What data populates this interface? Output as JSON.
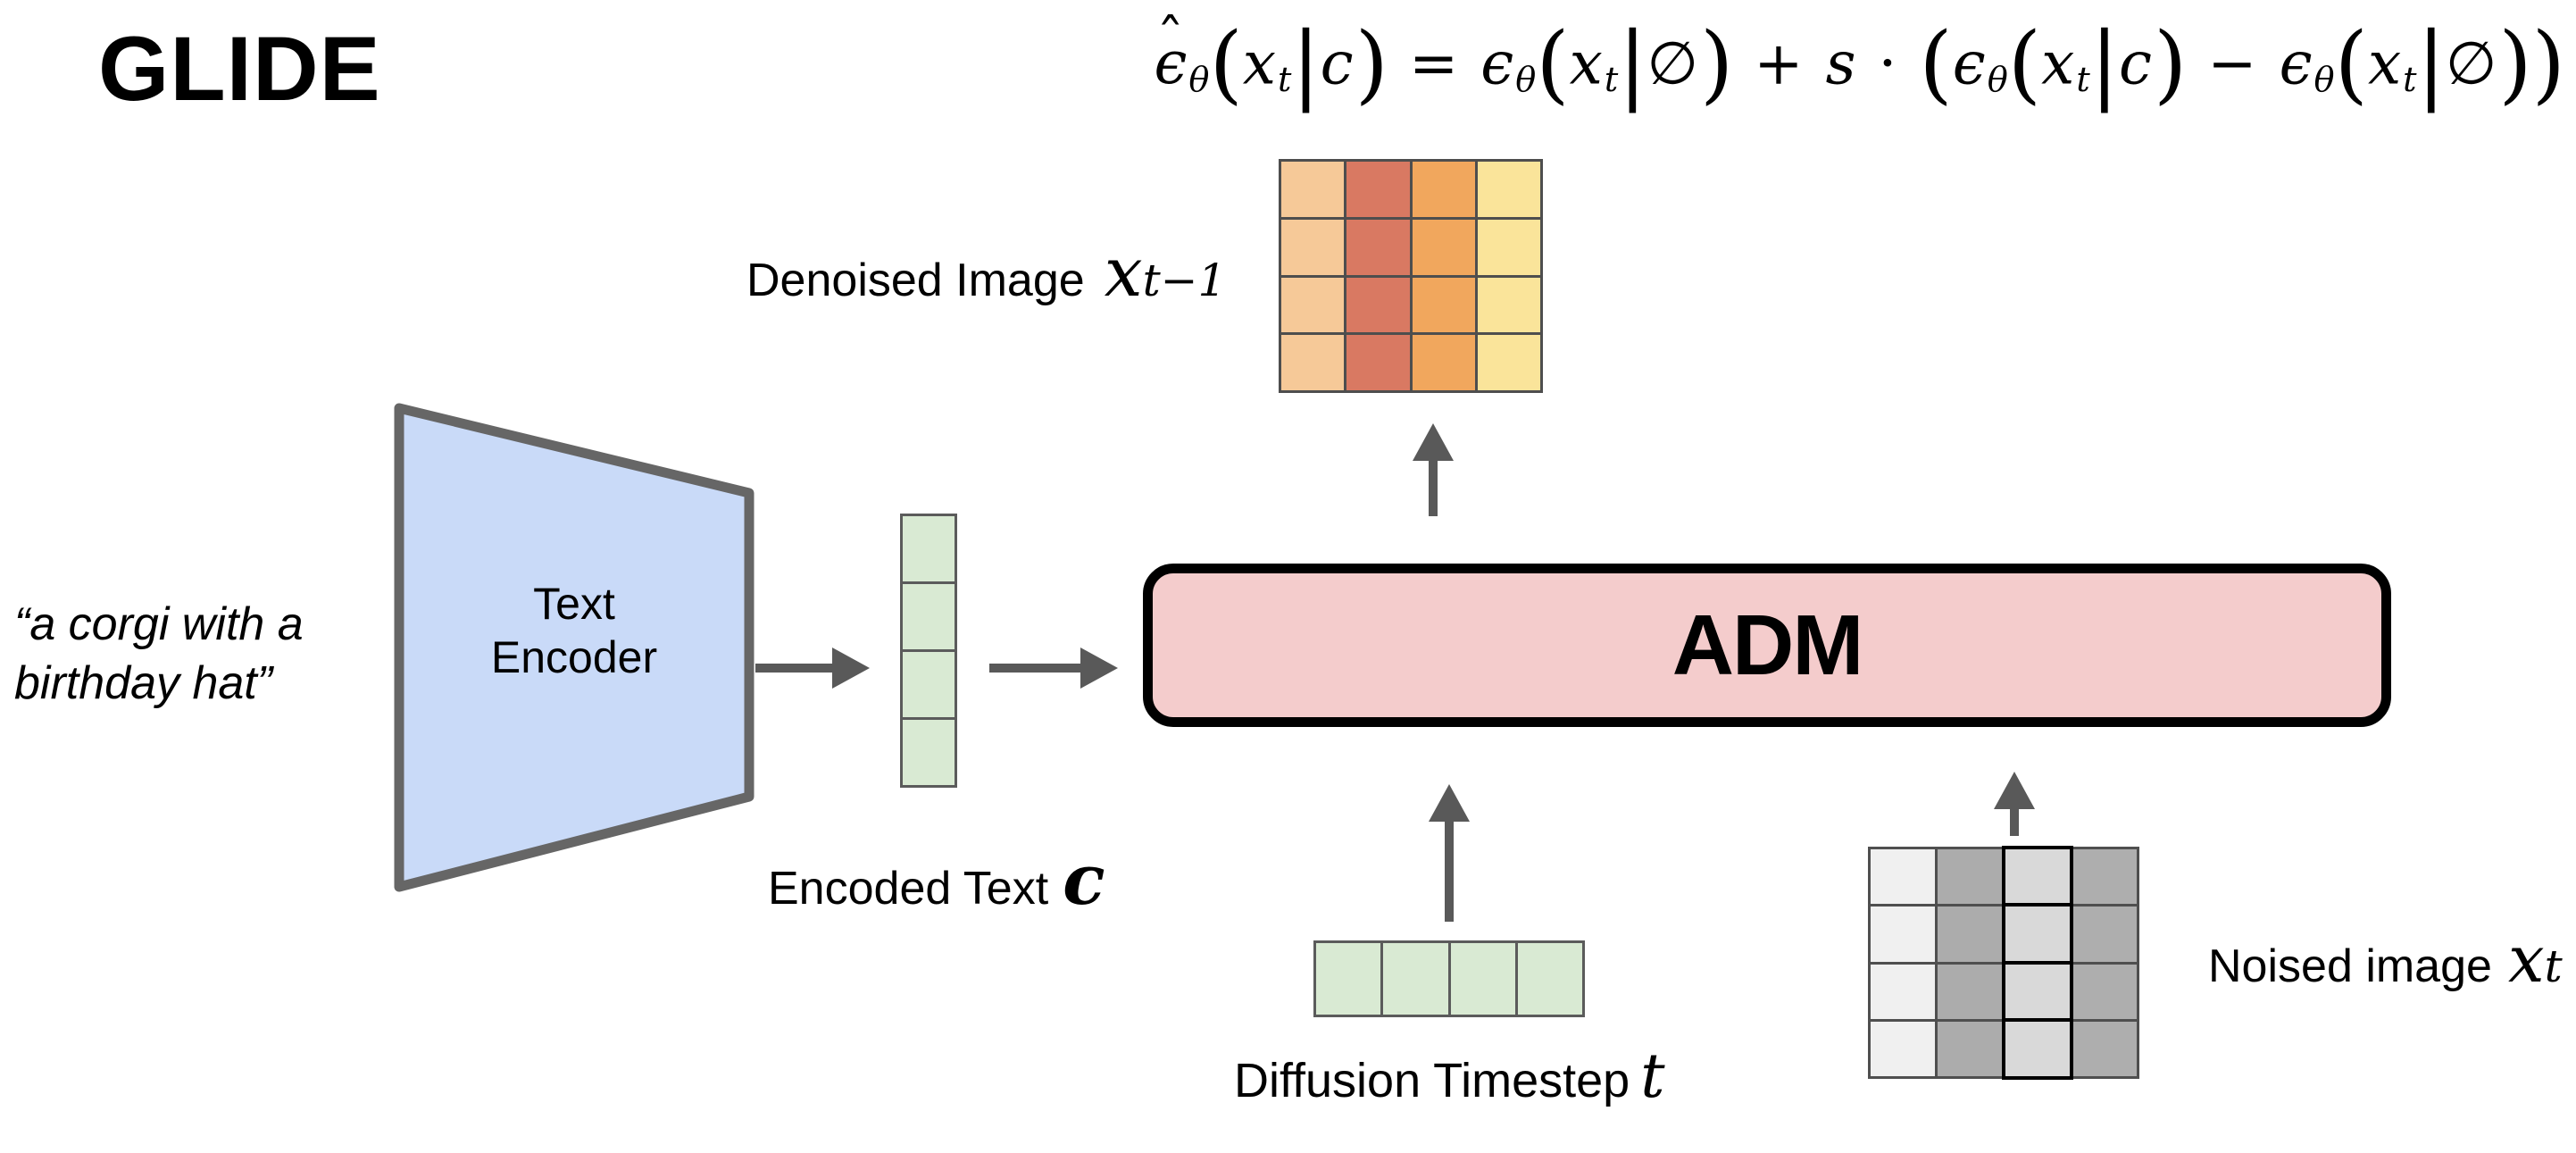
{
  "title": "GLIDE",
  "colors": {
    "arrow": "#595959",
    "background": "#ffffff"
  },
  "formula": {
    "hat": "ˆ",
    "tokens": [
      {
        "base": "ϵ",
        "hat": true
      },
      {
        "base": "θ",
        "subonly": true
      },
      {
        "base": "(",
        "up": true,
        "big": true
      },
      {
        "base": "x",
        "sub": "t"
      },
      {
        "base": "|",
        "up": true,
        "big": true
      },
      {
        "base": "c"
      },
      {
        "base": ")",
        "up": true,
        "big": true
      },
      {
        "base": " = ",
        "up": true
      },
      {
        "base": "ϵ",
        "sub": "θ"
      },
      {
        "base": "(",
        "up": true,
        "big": true
      },
      {
        "base": "x",
        "sub": "t"
      },
      {
        "base": "|",
        "up": true,
        "big": true
      },
      {
        "base": "∅",
        "up": true
      },
      {
        "base": ")",
        "up": true,
        "big": true
      },
      {
        "base": " + ",
        "up": true
      },
      {
        "base": "s"
      },
      {
        "base": " · ",
        "up": true
      },
      {
        "base": "(",
        "up": true,
        "big": true
      },
      {
        "base": "ϵ",
        "sub": "θ"
      },
      {
        "base": "(",
        "up": true,
        "big": true
      },
      {
        "base": "x",
        "sub": "t"
      },
      {
        "base": "|",
        "up": true,
        "big": true
      },
      {
        "base": "c"
      },
      {
        "base": ")",
        "up": true,
        "big": true
      },
      {
        "base": " − ",
        "up": true
      },
      {
        "base": "ϵ",
        "sub": "θ"
      },
      {
        "base": "(",
        "up": true,
        "big": true
      },
      {
        "base": "x",
        "sub": "t"
      },
      {
        "base": "|",
        "up": true,
        "big": true
      },
      {
        "base": "∅",
        "up": true
      },
      {
        "base": ")",
        "up": true,
        "big": true
      },
      {
        "base": ")",
        "up": true,
        "big": true
      }
    ]
  },
  "prompt": {
    "line1": "“a corgi with a",
    "line2": "birthday hat”"
  },
  "text_encoder": {
    "line1": "Text",
    "line2": "Encoder",
    "fill": "#C9DAF8",
    "stroke": "#666666"
  },
  "encoded_text": {
    "label": "Encoded Text",
    "symbol": "c",
    "grid": {
      "rows": 4,
      "cols": 1,
      "column_colors": [
        "#D9EAD3"
      ],
      "stroke": "#5B5B5B"
    }
  },
  "adm": {
    "label": "ADM",
    "fill": "#F4CCCC",
    "stroke": "#000000"
  },
  "denoised_image": {
    "label": "Denoised Image",
    "symbol_base": "x",
    "symbol_sub": "t−1",
    "grid": {
      "rows": 4,
      "cols": 4,
      "column_colors": [
        "#F6C998",
        "#D97962",
        "#F1A75D",
        "#FAE49A"
      ],
      "stroke": "#4E4E4E"
    }
  },
  "diffusion_timestep": {
    "label": "Diffusion Timestep",
    "symbol": "t",
    "grid": {
      "rows": 1,
      "cols": 4,
      "column_colors": [
        "#D9EAD3",
        "#D9EAD3",
        "#D9EAD3",
        "#D9EAD3"
      ],
      "stroke": "#5B5B5B"
    }
  },
  "noised_image": {
    "label": "Noised image",
    "symbol_base": "x",
    "symbol_sub": "t",
    "grid": {
      "rows": 4,
      "cols": 4,
      "column_colors": [
        "#F0F0F0",
        "#ACACAC",
        "#D9D9D9",
        "#AEAEAE"
      ],
      "stroke": "#4F4F4F",
      "highlight_col": 2,
      "highlight_stroke": "#000000"
    }
  }
}
